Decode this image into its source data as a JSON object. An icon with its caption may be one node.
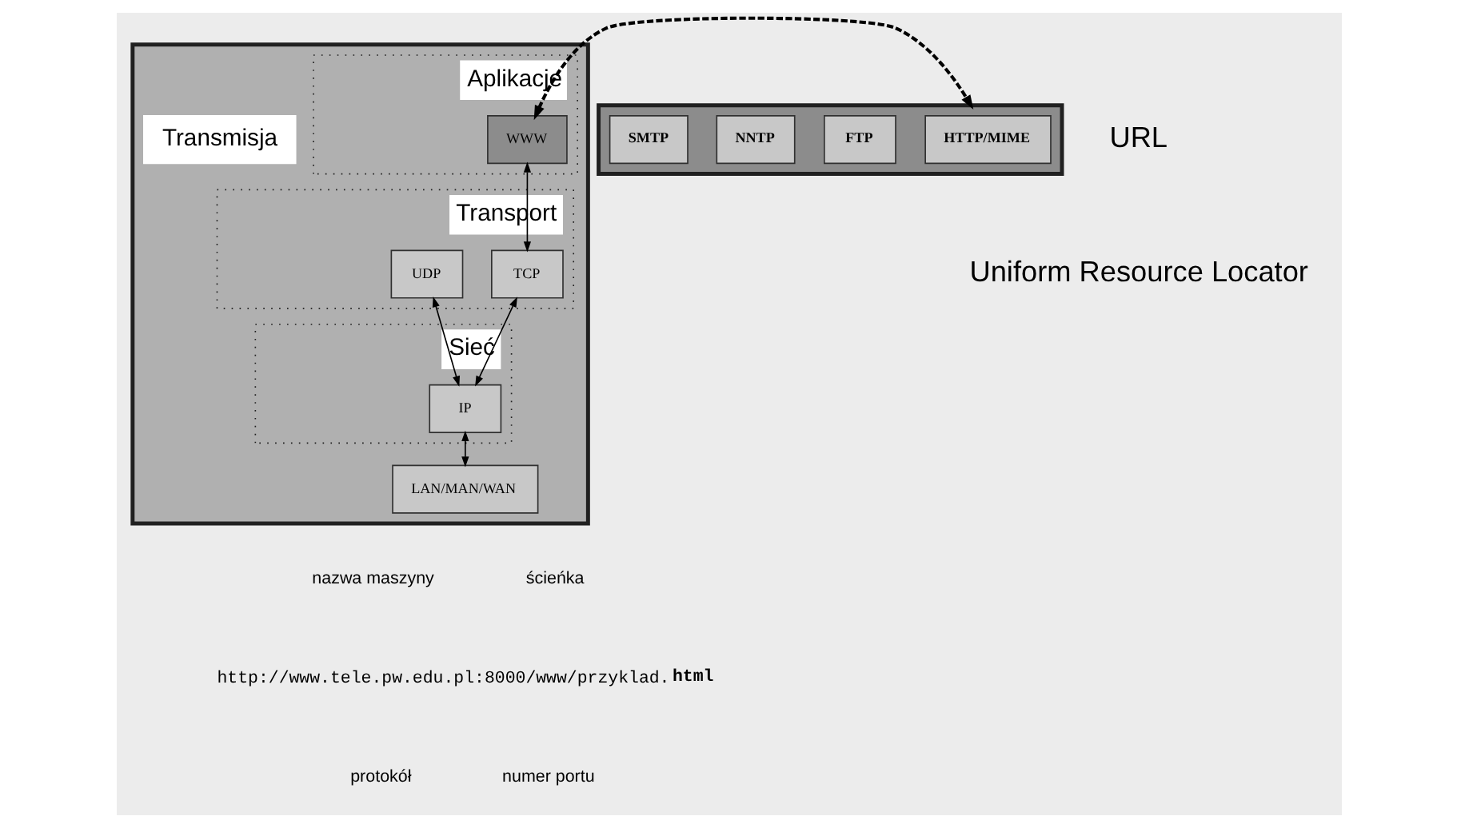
{
  "diagram": {
    "nodes": [
      {
        "text": [],
        "shape": "polygon"
      },
      {
        "text": [
          "Aplikacje"
        ],
        "in": 0
      },
      {
        "text": [
          "WWW"
        ],
        "in": 1
      },
      {
        "text": [
          "Transport"
        ],
        "in": 0
      },
      {
        "text": [
          "TCP"
        ],
        "in": 3
      },
      {
        "text": [
          "UDP"
        ],
        "in": 3
      },
      {
        "text": [
          "Sieć"
        ],
        "in": 0
      },
      {
        "text": [
          "IP"
        ],
        "in": 6
      },
      {
        "text": [
          "LAN/MAN/WAN"
        ],
        "in": 0
      },
      {
        "text": [
          "Transmisja"
        ],
        "in": 0
      },
      {
        "text": [],
        "shape": "box"
      },
      {
        "text": [
          "HTTP/MIME"
        ],
        "in": 10
      },
      {
        "text": [
          "FTP"
        ],
        "in": 10
      },
      {
        "text": [
          "NNTP"
        ],
        "in": 10
      },
      {
        "text": [
          "SMTP"
        ],
        "in": 10
      }
    ],
    "edges": [
      {
        "from": 2,
        "to": 10,
        "arrow": "both",
        "style": "dashed"
      },
      {
        "from": 2,
        "to": 4,
        "arrow": "both"
      },
      {
        "from": 4,
        "to": 7,
        "arrow": "both"
      },
      {
        "from": 5,
        "to": 7,
        "arrow": "both"
      },
      {
        "from": 7,
        "to": 8,
        "arrow": "both"
      }
    ],
    "labels": [
      "URL",
      "Uniform Resource Locator",
      "nazwa maszyny",
      "ścieńka",
      "http://www.tele.pw.edu.pl:8000/www/przyklad.**html**",
      "protokół",
      "numer portu"
    ]
  }
}
